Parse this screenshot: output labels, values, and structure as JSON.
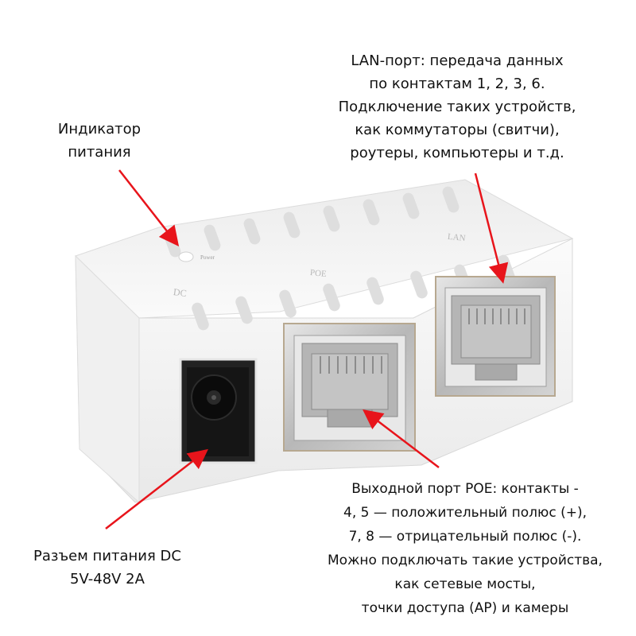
{
  "labels": {
    "power_indicator": [
      "Индикатор",
      "питания"
    ],
    "lan_port": [
      "LAN-порт: передача данных",
      "по контактам 1, 2, 3, 6.",
      "Подключение таких устройств,",
      "как коммутаторы (свитчи),",
      "роутеры, компьютеры и т.д."
    ],
    "poe_port": [
      "Выходной порт POE: контакты -",
      "4, 5 — положительный полюс (+),",
      "7, 8 — отрицательный полюс (-).",
      "Можно подключать такие устройства,",
      "как сетевые мосты,",
      "точки доступа (AP) и камеры"
    ],
    "dc_jack": [
      "Разъем питания DC",
      "5V-48V 2A"
    ]
  },
  "device_marks": {
    "dc": "DC",
    "poe": "POE",
    "lan": "LAN",
    "power": "Power"
  },
  "colors": {
    "arrow": "#e8141b",
    "body": "#f4f4f4",
    "port_metal": "#c8c8c8",
    "jack": "#151515"
  }
}
